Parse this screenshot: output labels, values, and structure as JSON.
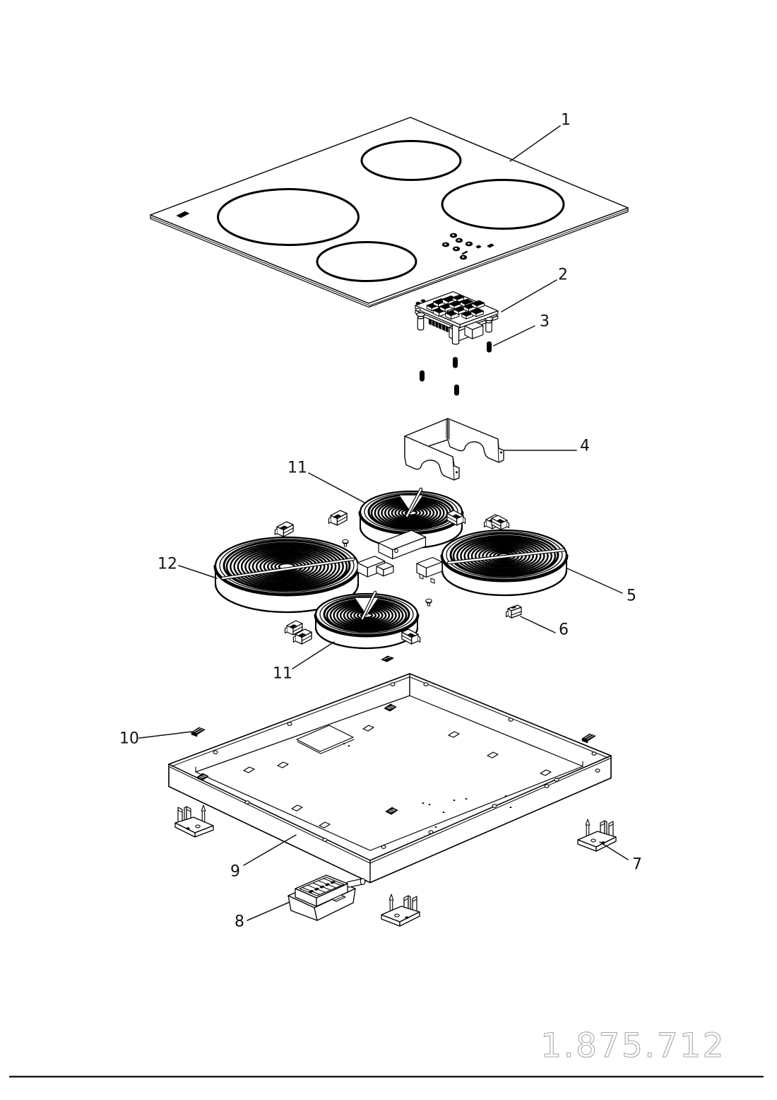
{
  "diagram": {
    "kind": "exploded-parts-diagram",
    "line_color": "#000000",
    "background": "#ffffff"
  },
  "callouts": [
    {
      "part": "1",
      "text": "1"
    },
    {
      "part": "2",
      "text": "2"
    },
    {
      "part": "3",
      "text": "3"
    },
    {
      "part": "4",
      "text": "4"
    },
    {
      "part": "11",
      "text": "11"
    },
    {
      "part": "12",
      "text": "12"
    },
    {
      "part": "5",
      "text": "5"
    },
    {
      "part": "6",
      "text": "6"
    },
    {
      "part": "11",
      "text": "11"
    },
    {
      "part": "10",
      "text": "10"
    },
    {
      "part": "9",
      "text": "9"
    },
    {
      "part": "7",
      "text": "7"
    },
    {
      "part": "8",
      "text": "8"
    }
  ],
  "footer": {
    "drawing_number": "1.875.712",
    "drawing_number_color": "#a8a8a8"
  }
}
